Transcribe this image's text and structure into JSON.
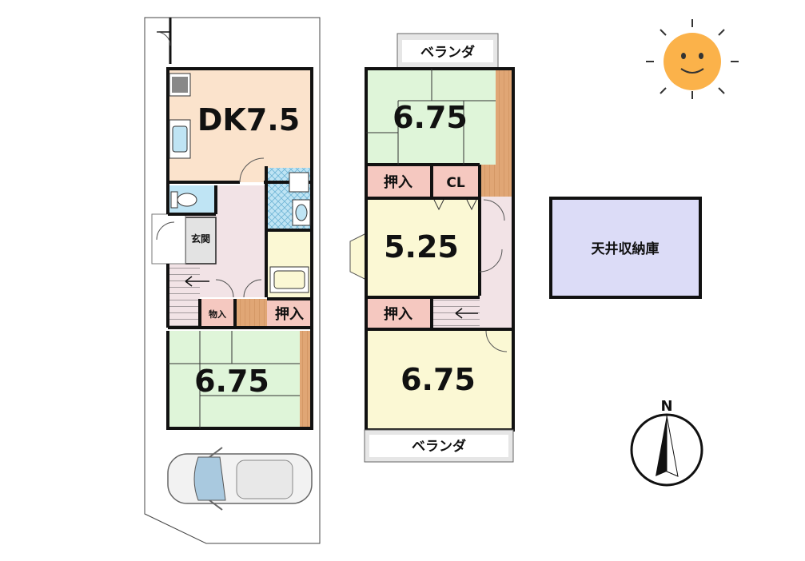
{
  "floor1": {
    "dk_label": "DK7.5",
    "japanese_room_label": "6.75",
    "entrance_label": "玄関",
    "storage_label": "物入",
    "closet_label": "押入"
  },
  "floor2": {
    "north_room_label": "6.75",
    "middle_room_label": "5.25",
    "south_room_label": "6.75",
    "closet_label_1": "押入",
    "closet_label_2": "押入",
    "cl_label": "CL",
    "balcony_north": "ベランダ",
    "balcony_south": "ベランダ"
  },
  "attic_storage_label": "天井収納庫",
  "compass_label": "N",
  "colors": {
    "dk": "#fbe3cc",
    "tatami": "#dff5d9",
    "yellow_room": "#fbf8d4",
    "hallway": "#f2e3e6",
    "closet": "#f5c8c0",
    "wood": "#e0a675",
    "bath": "#bfe4f4",
    "storage": "#dcdcf7",
    "balcony": "#e6e6e6",
    "sun": "#fbb24a",
    "car": "#a9c9df"
  },
  "icons": [
    "sun-icon",
    "car-icon",
    "compass-icon",
    "sink-icon",
    "stove-icon",
    "toilet-icon",
    "bathtub-icon",
    "washbasin-icon"
  ]
}
